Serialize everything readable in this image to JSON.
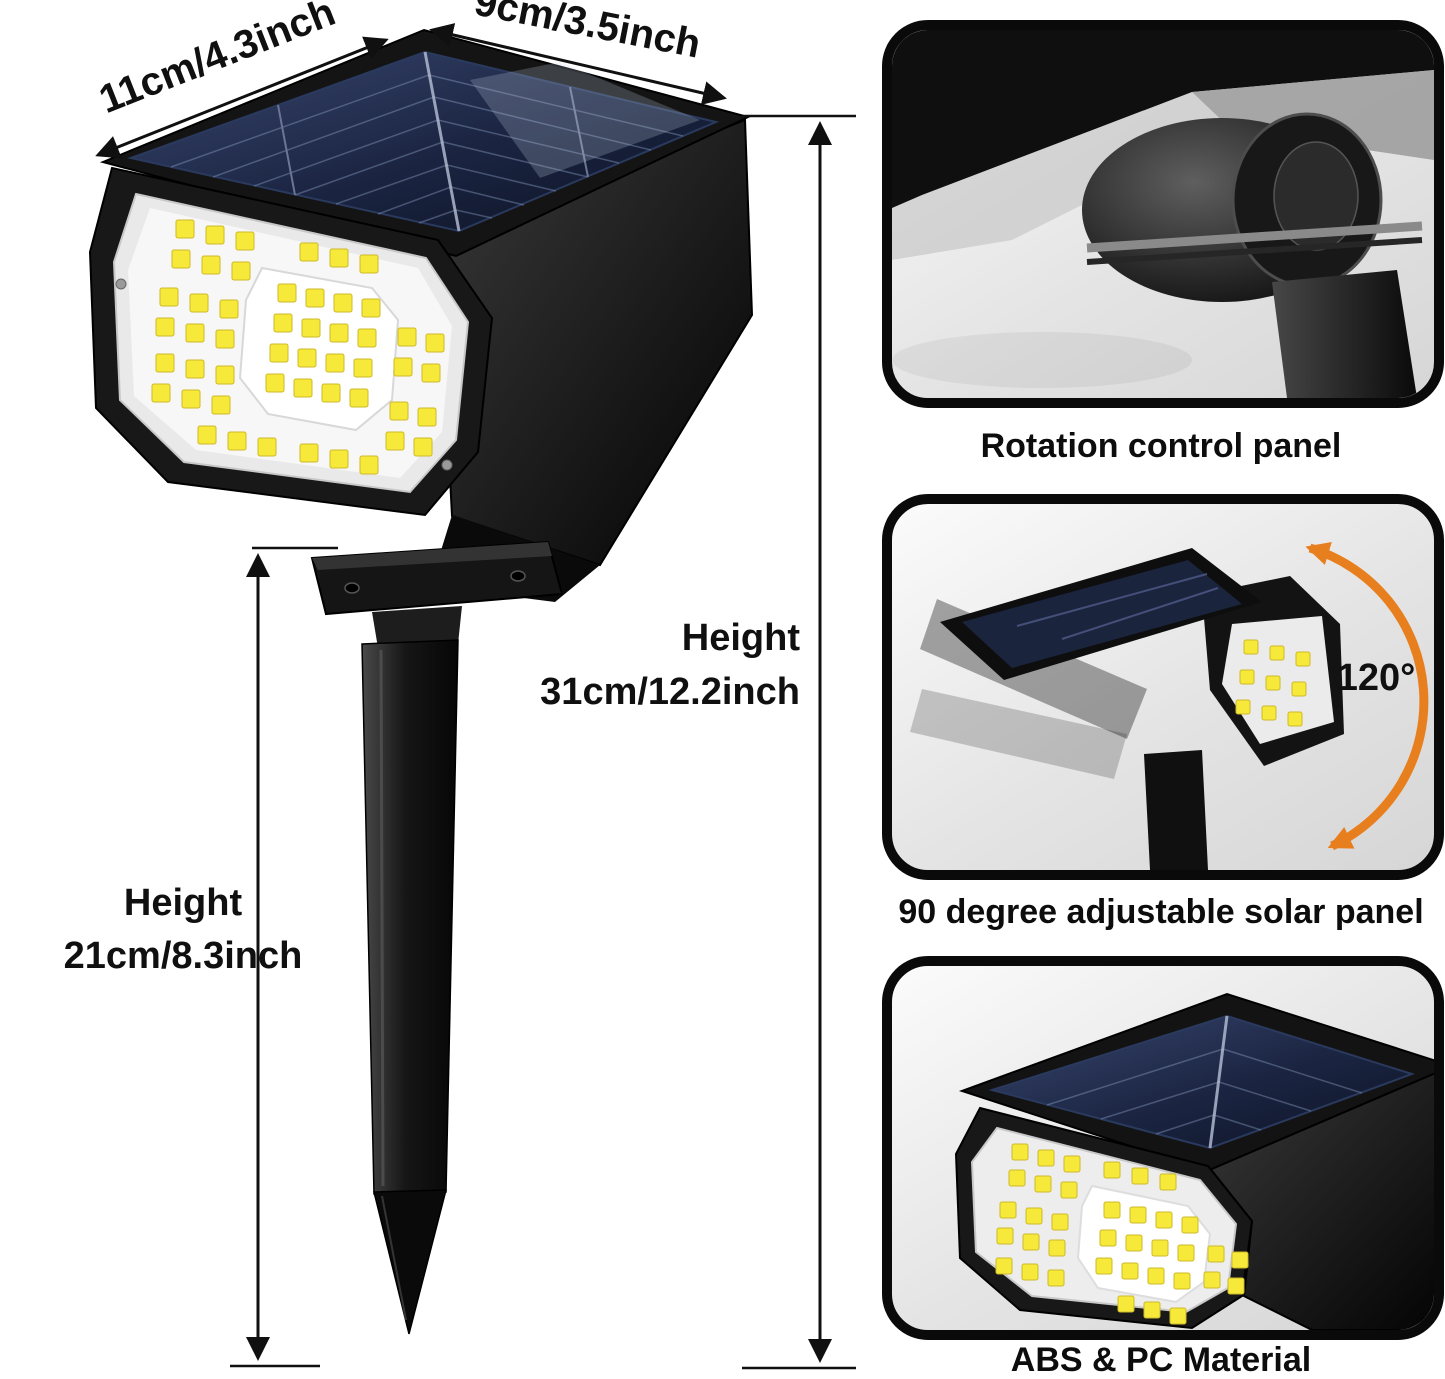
{
  "dimensions": {
    "width_left": "11cm/4.3inch",
    "width_right": "9cm/3.5inch",
    "height_total_label": "Height",
    "height_total_value": "31cm/12.2inch",
    "height_stake_label": "Height",
    "height_stake_value": "21cm/8.3inch"
  },
  "insets": [
    {
      "caption": "Rotation control panel"
    },
    {
      "caption": "90 degree adjustable solar panel",
      "angle_label": "120°"
    },
    {
      "caption": "ABS & PC Material"
    }
  ],
  "colors": {
    "background": "#ffffff",
    "product_black": "#111111",
    "solar_panel_blue": "#1c2740",
    "led_yellow": "#f6e93a",
    "accent_orange": "#e87f1e",
    "text": "#101010"
  }
}
